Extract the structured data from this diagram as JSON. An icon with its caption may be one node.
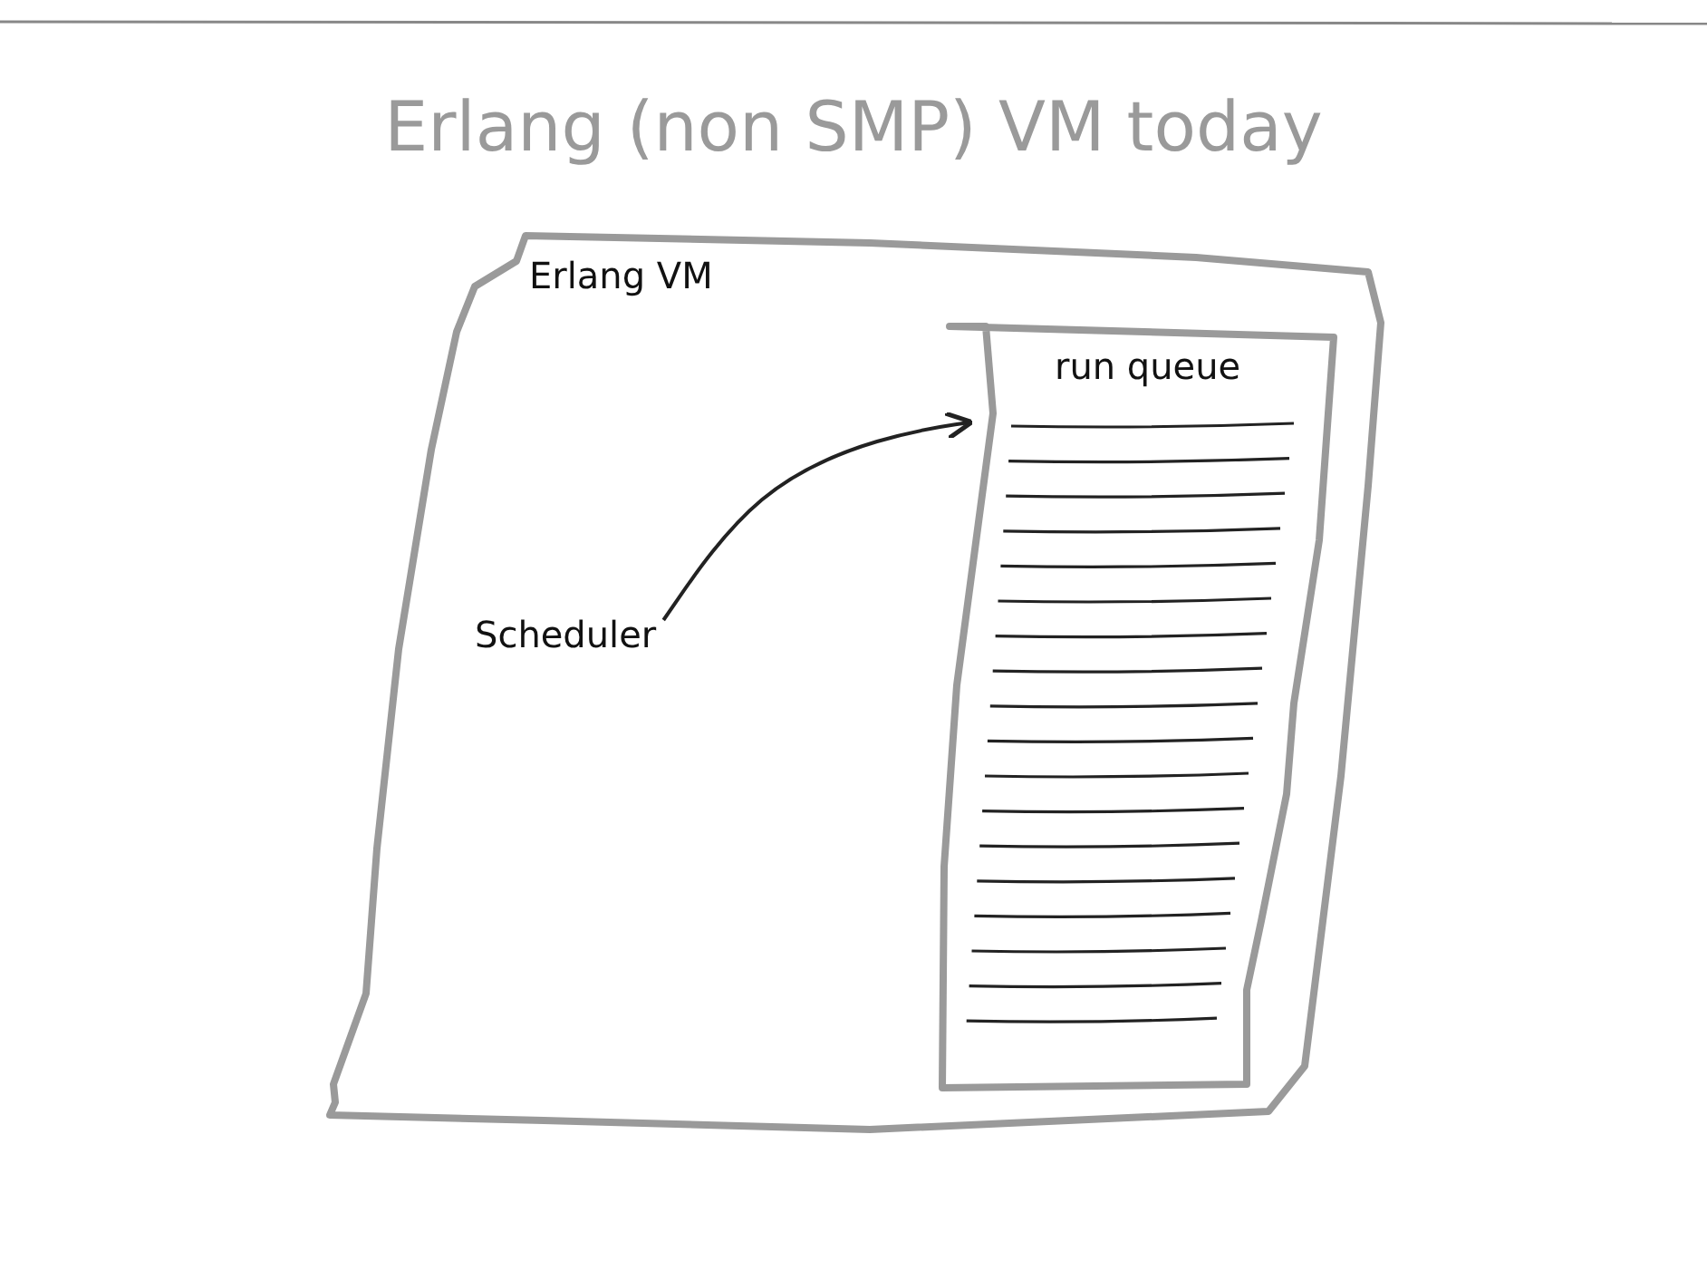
{
  "diagram": {
    "title": "Erlang (non SMP) VM today",
    "nodes": [
      {
        "text": [
          "Erlang VM"
        ]
      },
      {
        "text": [
          "run queue"
        ],
        "in": 0
      },
      {
        "text": [
          "Scheduler"
        ],
        "in": 0
      }
    ],
    "edges": [
      {
        "from": 2,
        "to": 1,
        "arrow": "to"
      }
    ]
  }
}
